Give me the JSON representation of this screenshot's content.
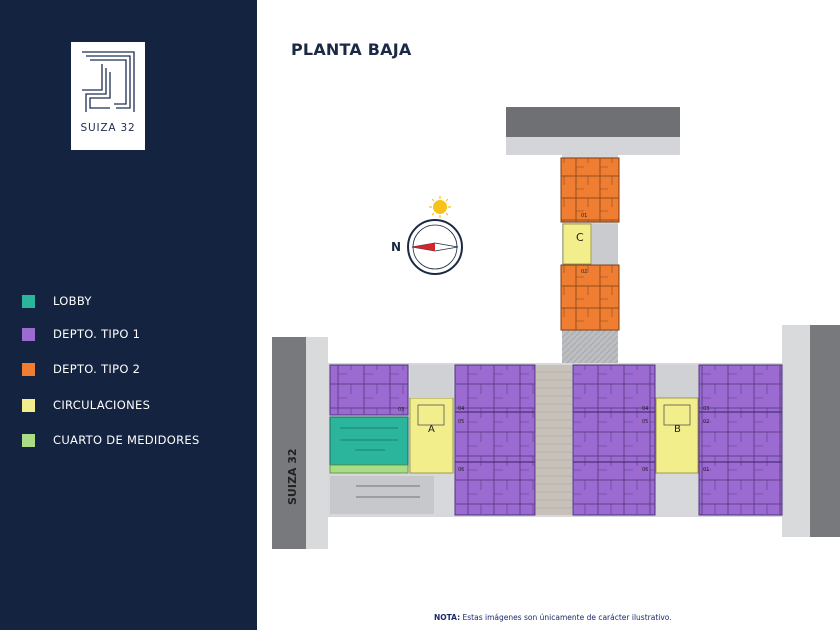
{
  "brand": {
    "name": "SUIZA 32"
  },
  "title": "PLANTA BAJA",
  "legend": [
    {
      "label": "LOBBY",
      "color": "#2bb59c"
    },
    {
      "label": "DEPTO. TIPO 1",
      "color": "#9c6bd1"
    },
    {
      "label": "DEPTO. TIPO 2",
      "color": "#f07e32"
    },
    {
      "label": "CIRCULACIONES",
      "color": "#f2ee8c"
    },
    {
      "label": "CUARTO DE MEDIDORES",
      "color": "#a9dc85"
    }
  ],
  "plan": {
    "street_label": "SUIZA 32",
    "compass_letter": "N",
    "stairs": [
      "A",
      "B",
      "C"
    ],
    "unit_labels": {
      "left_block": [
        "03",
        "04",
        "05",
        "06"
      ],
      "center_block": [
        "04",
        "05",
        "06"
      ],
      "right_block": [
        "03",
        "02",
        "01"
      ],
      "tower": [
        "01",
        "02"
      ]
    }
  },
  "note": {
    "prefix": "NOTA:",
    "text": "Estas imágenes son únicamente de carácter ilustrativo."
  }
}
